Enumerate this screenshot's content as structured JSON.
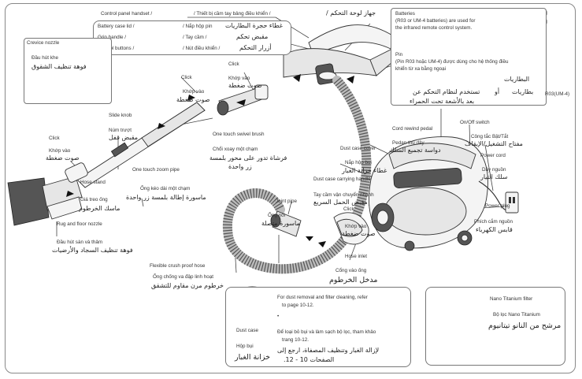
{
  "header": {
    "control_panel": "Control panel handset /",
    "control_panel_vi": "/ Thiết bị cầm tay bảng điều khiển /",
    "control_panel_ar": "جهاز لوحة التحكم /"
  },
  "handset_box": {
    "battery_case_lid": "Battery case lid /",
    "battery_case_lid_vi": "/ Nắp hộp pin",
    "battery_case_lid_ar": "غطاء حجرة البطاريات",
    "grip_handle": "Grip handle /",
    "grip_handle_vi": "/ Tay cầm /",
    "grip_handle_ar": "مقبض تحكم",
    "control_buttons": "Control buttons /",
    "control_buttons_vi": "/ Nút điều khiển /",
    "control_buttons_ar": "أزرار التحكم"
  },
  "batteries_box": {
    "line1": "Batteries",
    "line2": "(R03 or UM-4 batteries) are used for",
    "line3": "the infrared remote control system.",
    "pin1": "Pin",
    "pin2": "(Pin R03 hoặc UM-4) được dùng cho hệ thống điều",
    "pin3": "khiển từ xa bằng ngoại",
    "ar1": "البطاريات",
    "ar2": "بطاريات",
    "ar3": "أو",
    "ar4": "تستخدم لنظام التحكم عن",
    "ar5": "بعد بالأشعة تحت الحمراء",
    "side_code": "R03(UM-4)"
  },
  "crevice_box": {
    "title": "Crevice nozzle",
    "vi": "Đầu hút khe",
    "ar": "فوهة تنظيف الشقوق"
  },
  "labels": {
    "click_hose": "Click",
    "click_hose_vi": "Khớp vào",
    "click_hose_ar": "صوت ضغطة",
    "click_brush": "Click",
    "click_brush_vi": "Khớp vào",
    "click_brush_ar": "صوت ضغطة",
    "slide_knob": "Slide knob",
    "slide_knob_vi": "Núm trượt",
    "slide_knob_ar": "مقبض قفل",
    "click_pipe": "Click",
    "click_pipe_vi": "Khớp vào",
    "click_pipe_ar": "صوت ضغطة",
    "one_touch_brush": "One touch swivel brush",
    "one_touch_brush_vi": "Chổi xoay một chạm",
    "one_touch_brush_ar1": "فرشاة تدور على محور بلمسة",
    "one_touch_brush_ar2": "زر واحدة",
    "zoom_pipe": "One touch zoom pipe",
    "hose_stand": "Hose stand",
    "zoom_pipe_vi": "Ống kéo dài một chạm",
    "zoom_pipe_ar": "ماسورة إطالة بلمسة زر واحدة",
    "hose_stand_vi": "Giá treo ống",
    "hose_stand_ar": "ماسك الخرطوم",
    "rug_floor": "Rug and floor nozzle",
    "rug_floor_vi": "Đầu hút sàn và thảm",
    "rug_floor_ar": "فوهة تنظيف السجاد والأرضيات",
    "flexible_hose": "Flexible crush proof hose",
    "flexible_hose_vi": "Ống chống va đập linh hoạt",
    "flexible_hose_ar": "خرطوم مرن مقاوم للتشقق",
    "joint_pipe": "Joint pipe",
    "joint_pipe_vi": "Ống nối",
    "joint_pipe_ar": "ماسورة متصلة",
    "dust_case_cover": "Dust case cover",
    "dust_case_cover_vi": "Nắp hộp bụi",
    "dust_case_cover_ar": "غطاء خزانة الغبار",
    "cord_rewind": "Cord rewind pedal",
    "cord_rewind_vi": "Pedan thu dây",
    "cord_rewind_ar": "دواسة تجميع السلك",
    "carrying_handle": "Dust case carrying handle",
    "carrying_handle_vi": "Tay cầm vận chuyển nhanh",
    "carrying_handle_ar": "مقبض الحمل السريع",
    "click_body": "Click",
    "click_body_vi": "Khớp vào",
    "click_body_ar": "صوت ضغطة",
    "hose_inlet": "Hose inlet",
    "hose_inlet_vi": "Cổng vào ống",
    "hose_inlet_ar": "مدخل الخرطوم",
    "on_off": "On/Off switch",
    "on_off_vi": "Công tắc Bật/Tắt",
    "on_off_ar": "مفتاح التشغيل/الإيقاف",
    "power_cord": "Power cord",
    "power_cord_vi": "Dây nguồn",
    "power_cord_ar": "سلك التيار",
    "power_plug": "Power plug",
    "power_plug_vi": "Phích cắm nguồn",
    "power_plug_ar": "قابس الكهرباء"
  },
  "dust_box": {
    "dust_case": "Dust case",
    "dust_case_vi": "Hộp bụi",
    "dust_case_ar": "خزانة الغبار",
    "bullet1": "For dust removal and filter cleaning, refer",
    "bullet1b": "to page 10-12.",
    "bullet2": "Để loại bỏ bụi và làm sạch bộ lọc, tham khảo",
    "bullet2b": "trang 10-12.",
    "bullet3_ar1": "لإزالة الغبار وتنظيف المصفاة، ارجع إلى",
    "bullet3_ar2": "الصفحات 10 - 12."
  },
  "filter_box": {
    "title": "Nano Titanium filter",
    "vi": "Bộ lọc Nano Titanium",
    "ar": "مرشح من النانو تيتانيوم"
  }
}
